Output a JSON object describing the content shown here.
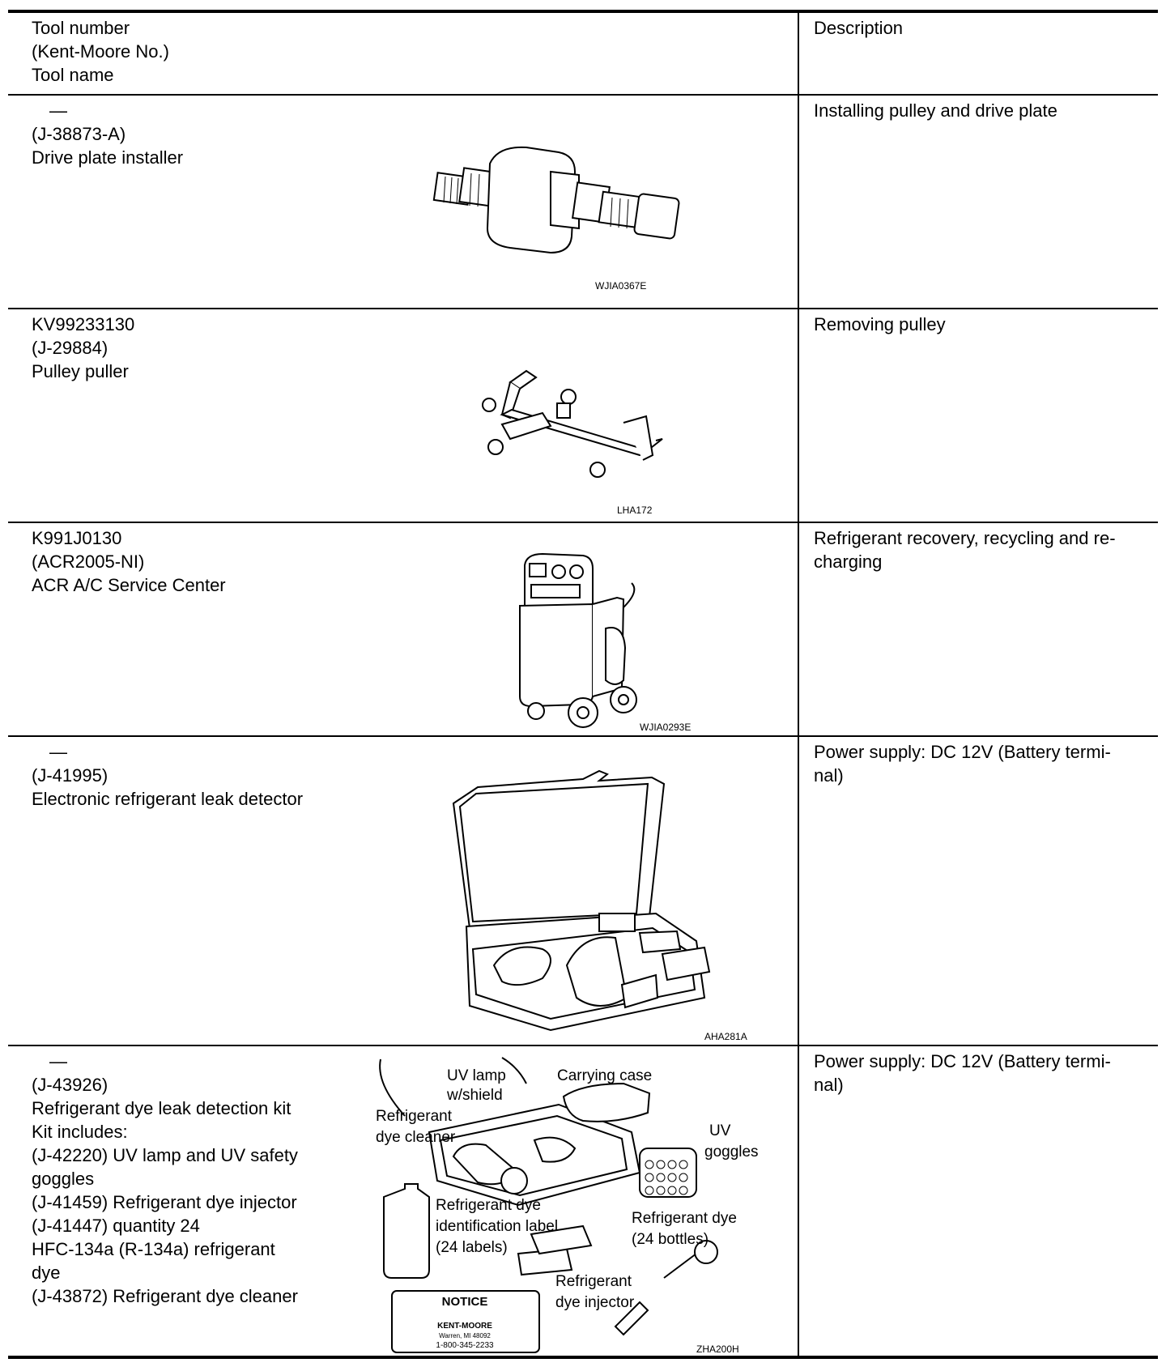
{
  "header": {
    "tool_lines": [
      "Tool number",
      "(Kent-Moore No.)",
      "Tool name"
    ],
    "description": "Description"
  },
  "rows": [
    {
      "tool_lines": [
        "—",
        "(J-38873-A)",
        "Drive plate installer"
      ],
      "description_lines": [
        "Installing pulley and drive plate"
      ],
      "figure_code": "WJIA0367E",
      "icon": "drive-plate-installer-icon"
    },
    {
      "tool_lines": [
        "KV99233130",
        "(J-29884)",
        "Pulley puller"
      ],
      "description_lines": [
        "Removing pulley"
      ],
      "figure_code": "LHA172",
      "icon": "pulley-puller-icon"
    },
    {
      "tool_lines": [
        "K991J0130",
        "(ACR2005-NI)",
        "ACR A/C Service Center"
      ],
      "description_lines": [
        "Refrigerant recovery, recycling and re-",
        "charging"
      ],
      "figure_code": "WJIA0293E",
      "icon": "service-center-icon"
    },
    {
      "tool_lines": [
        "—",
        "(J-41995)",
        "Electronic refrigerant leak detector"
      ],
      "description_lines": [
        "Power supply: DC 12V (Battery termi-",
        "nal)"
      ],
      "figure_code": "AHA281A",
      "icon": "leak-detector-case-icon"
    },
    {
      "tool_lines": [
        "—",
        "(J-43926)",
        "Refrigerant dye leak detection kit",
        "Kit includes:",
        "(J-42220) UV lamp and UV safety",
        "goggles",
        "(J-41459) Refrigerant dye injector",
        "(J-41447) quantity 24",
        "HFC-134a (R-134a) refrigerant",
        "dye",
        "(J-43872) Refrigerant dye cleaner"
      ],
      "description_lines": [
        "Power supply: DC 12V (Battery termi-",
        "nal)"
      ],
      "figure_code": "ZHA200H",
      "icon": "dye-kit-icon",
      "callouts": {
        "uv_lamp": [
          "UV lamp",
          "w/shield"
        ],
        "carrying_case": "Carrying case",
        "dye_cleaner": [
          "Refrigerant",
          "dye cleaner"
        ],
        "uv_goggles": [
          "UV",
          "goggles"
        ],
        "id_label": [
          "Refrigerant dye",
          "identification label",
          "(24 labels)"
        ],
        "dye_bottles": [
          "Refrigerant dye",
          "(24 bottles)"
        ],
        "dye_injector": [
          "Refrigerant",
          "dye injector"
        ]
      },
      "notice": {
        "title": "NOTICE",
        "company": "KENT-MOORE",
        "address": "Warren, MI 48092",
        "phone": "1-800-345-2233"
      }
    }
  ]
}
